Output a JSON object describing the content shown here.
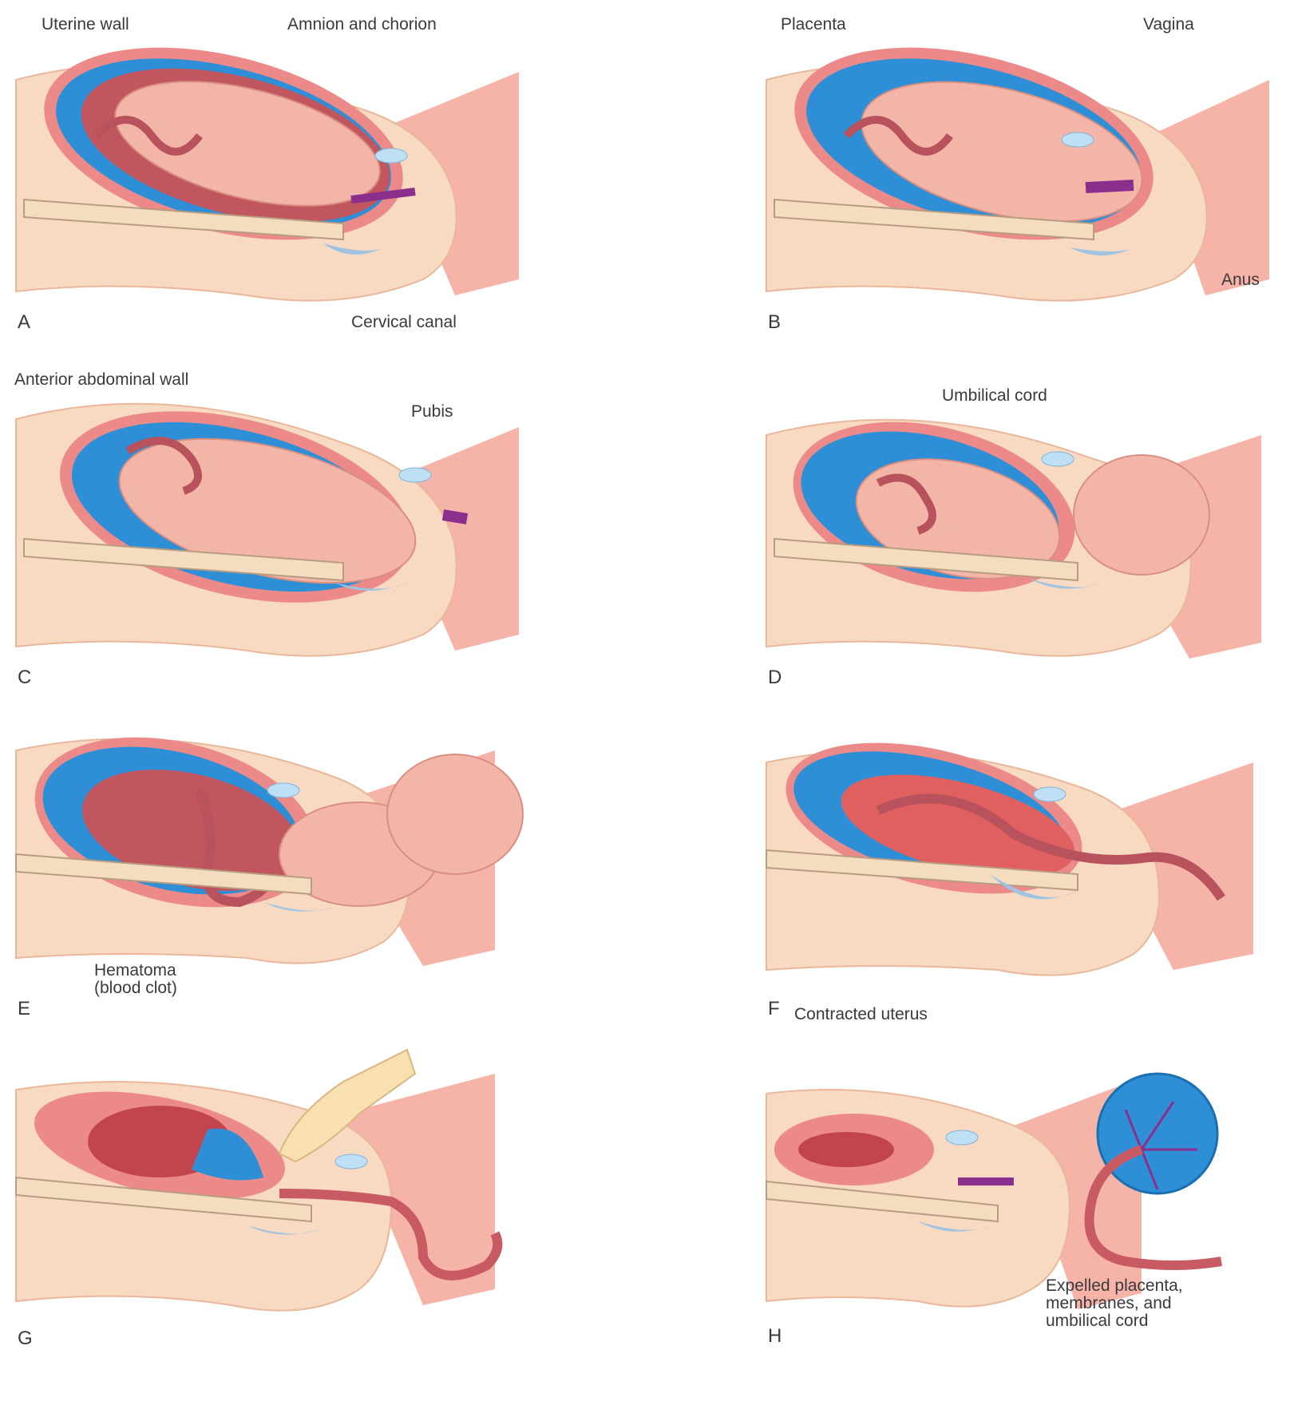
{
  "colors": {
    "skin": "#f8d9c2",
    "skin_edge": "#e9b79a",
    "uterus": "#ec8a8a",
    "uterus_dark": "#c2565e",
    "fluid": "#2f8fd6",
    "fluid_light": "#8fcdf1",
    "fetus": "#f4b5a9",
    "bone": "#f3dcc0",
    "cervix": "#8a2f8c",
    "bladder": "#9ec4e2",
    "back_wall": "#f6b3a7"
  },
  "panels": [
    {
      "letter": "A",
      "labels": [
        "Uterine wall",
        "Amnion and chorion",
        "Cervical canal"
      ]
    },
    {
      "letter": "B",
      "labels": [
        "Placenta",
        "Vagina",
        "Anus"
      ]
    },
    {
      "letter": "C",
      "labels": [
        "Anterior abdominal wall",
        "Pubis"
      ]
    },
    {
      "letter": "D",
      "labels": [
        "Umbilical cord"
      ]
    },
    {
      "letter": "E",
      "labels": []
    },
    {
      "letter": "F",
      "labels": []
    },
    {
      "letter": "G",
      "labels": [
        "Hematoma",
        "(blood clot)"
      ]
    },
    {
      "letter": "H",
      "labels": [
        "Contracted uterus",
        "Expelled placenta,",
        "membranes, and",
        "umbilical cord"
      ]
    }
  ]
}
